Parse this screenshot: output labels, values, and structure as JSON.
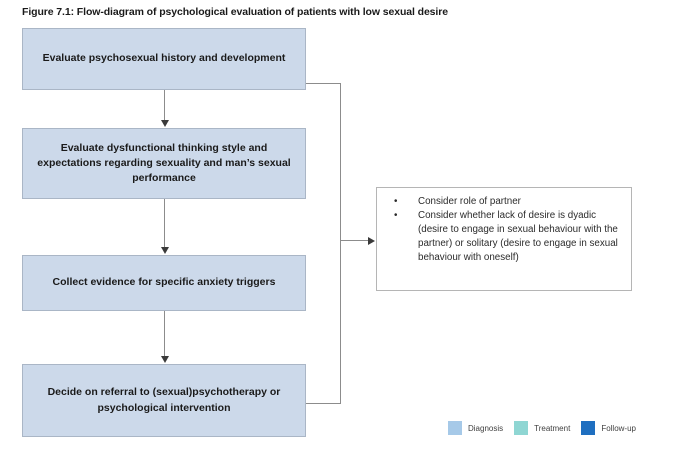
{
  "figure": {
    "title": "Figure 7.1: Flow-diagram of psychological evaluation of patients with low sexual desire"
  },
  "flow": {
    "boxes": [
      {
        "id": "history",
        "label": "Evaluate psychosexual history and development",
        "category": "Diagnosis"
      },
      {
        "id": "thinking",
        "label": "Evaluate dysfunctional thinking style and expectations regarding sexuality and man’s sexual performance",
        "category": "Diagnosis"
      },
      {
        "id": "anxiety",
        "label": "Collect evidence for specific anxiety triggers",
        "category": "Diagnosis"
      },
      {
        "id": "referral",
        "label": "Decide on referral to (sexual)psychotherapy or psychological intervention",
        "category": "Diagnosis"
      }
    ]
  },
  "callout": {
    "bullet_glyph": "•",
    "items": [
      "Consider role of partner",
      "Consider whether lack of desire is dyadic (desire to engage in sexual behaviour with the partner) or solitary (desire to engage in sexual behaviour with oneself)"
    ]
  },
  "legend": {
    "items": [
      {
        "label": "Diagnosis",
        "color": "#a6c9e8"
      },
      {
        "label": "Treatment",
        "color": "#8fd6d3"
      },
      {
        "label": "Follow-up",
        "color": "#1f6fc0"
      }
    ]
  },
  "colors": {
    "box_fill": "#ccd9ea",
    "box_border": "#aab6c6",
    "connector": "#8c8c8c",
    "arrowhead": "#3a3a3a",
    "callout_border": "#b5b5b5",
    "text": "#1a1a1a",
    "background": "#ffffff"
  }
}
